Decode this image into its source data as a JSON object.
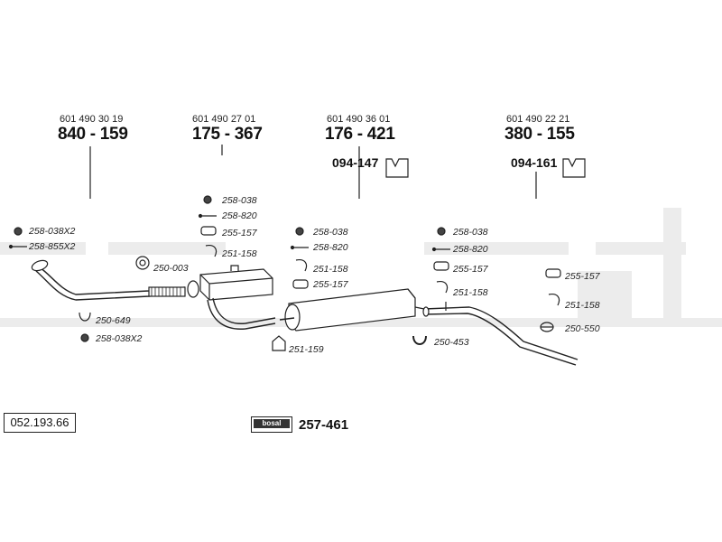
{
  "reference": "052.193.66",
  "catalog": {
    "brand_logo": "bosal",
    "number": "257-461"
  },
  "sections": [
    {
      "oe": "601 490 30 19",
      "part": "840 - 159"
    },
    {
      "oe": "601 490 27 01",
      "part": "175 - 367"
    },
    {
      "oe": "601 490 36 01",
      "part": "176 - 421",
      "bracket": "094-147"
    },
    {
      "oe": "601 490 22 21",
      "part": "380 - 155",
      "bracket": "094-161"
    }
  ],
  "parts": {
    "p1": "258-038X2",
    "p2": "258-855X2",
    "p3": "250-649",
    "p4": "258-038X2",
    "p5": "250-003",
    "p6": "258-038",
    "p7": "258-820",
    "p8": "255-157",
    "p9": "251-158",
    "p10": "258-038",
    "p11": "258-820",
    "p12": "251-158",
    "p13": "255-157",
    "p14": "251-159",
    "p15": "258-038",
    "p16": "258-820",
    "p17": "255-157",
    "p18": "251-158",
    "p19": "250-453",
    "p20": "255-157",
    "p21": "251-158",
    "p22": "250-550"
  }
}
